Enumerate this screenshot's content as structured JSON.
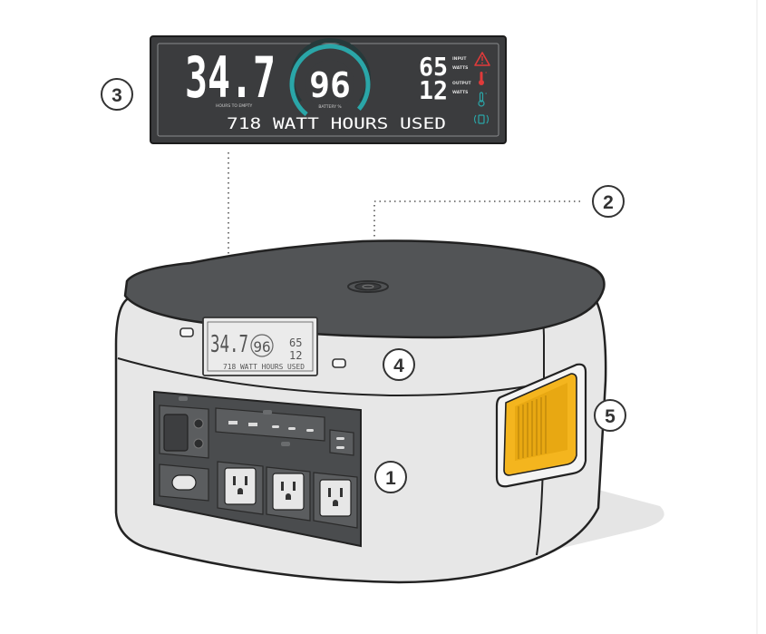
{
  "display": {
    "hours": "34.7",
    "hours_label": "HOURS TO EMPTY",
    "battery": "96",
    "battery_fraction": 0.96,
    "battery_label": "BATTERY %",
    "input_value": "65",
    "input_label_1": "INPUT",
    "input_label_2": "WATTS",
    "output_value": "12",
    "output_label_1": "OUTPUT",
    "output_label_2": "WATTS",
    "watt_hours": "718 WATT HOURS USED"
  },
  "callouts": [
    "1",
    "2",
    "3",
    "4",
    "5"
  ],
  "colors": {
    "lcd_bg": "#3b3c3e",
    "lid": "#525456",
    "body": "#e7e7e7",
    "panel": "#4a4c4e",
    "accent_teal": "#2aa6a8",
    "warning_red": "#e03a3a",
    "handle_yellow": "#f4b51e",
    "outline": "#222222"
  },
  "icons": [
    "warning-icon",
    "hot-thermometer-icon",
    "cold-thermometer-icon",
    "wireless-charging-icon",
    "power-button-icon"
  ]
}
